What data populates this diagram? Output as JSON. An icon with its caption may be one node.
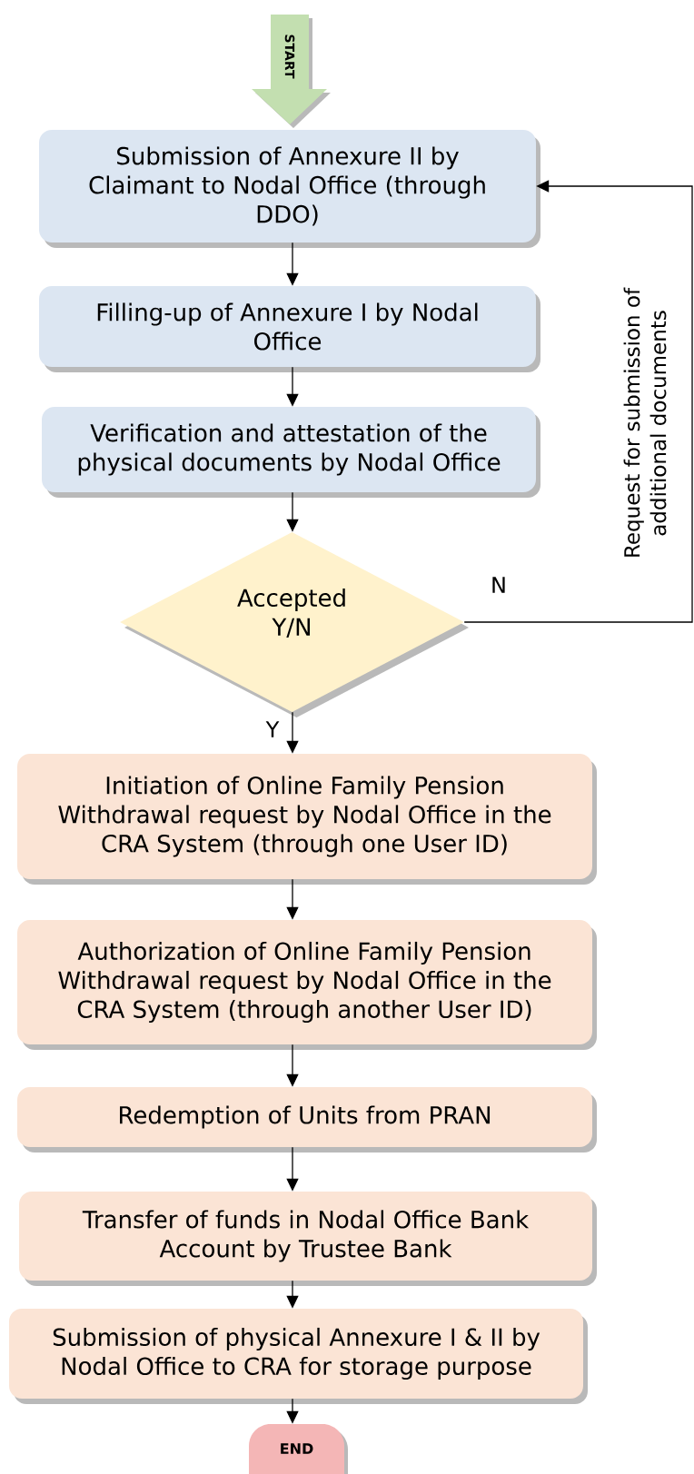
{
  "diagram": {
    "nodes": [
      {
        "text": [
          "START"
        ]
      },
      {
        "text": [
          "Submission of Annexure II by Claimant to Nodal Office (through DDO)"
        ]
      },
      {
        "text": [
          "Filling-up of Annexure I by Nodal Office"
        ]
      },
      {
        "text": [
          "Verification and attestation of the physical documents by Nodal Office"
        ]
      },
      {
        "text": [
          "Accepted Y/N"
        ]
      },
      {
        "text": [
          "Initiation of Online Family Pension Withdrawal request by Nodal Office in the CRA System (through one User ID)"
        ]
      },
      {
        "text": [
          "Authorization of Online Family Pension Withdrawal request by Nodal Office in the CRA System (through another User ID)"
        ]
      },
      {
        "text": [
          "Redemption of Units from PRAN"
        ]
      },
      {
        "text": [
          "Transfer of funds in Nodal Office Bank Account by Trustee Bank"
        ]
      },
      {
        "text": [
          "Submission of physical Annexure I & II by Nodal Office to CRA for storage purpose"
        ]
      },
      {
        "text": [
          "END"
        ]
      }
    ],
    "edges": [
      {
        "from": 1,
        "to": 2,
        "arrow": "to"
      },
      {
        "from": 2,
        "to": 3,
        "arrow": "to"
      },
      {
        "from": 3,
        "to": 4,
        "arrow": "to"
      },
      {
        "from": 4,
        "to": 5,
        "arrow": "to",
        "label": "Y"
      },
      {
        "from": 5,
        "to": 6,
        "arrow": "to"
      },
      {
        "from": 6,
        "to": 7,
        "arrow": "to"
      },
      {
        "from": 7,
        "to": 8,
        "arrow": "to"
      },
      {
        "from": 8,
        "to": 9,
        "arrow": "to"
      },
      {
        "from": 9,
        "to": 10,
        "arrow": "to"
      },
      {
        "from": 4,
        "to": 1,
        "arrow": "to",
        "label": "N"
      }
    ],
    "labels": [
      "Request for submission of additional documents"
    ]
  }
}
